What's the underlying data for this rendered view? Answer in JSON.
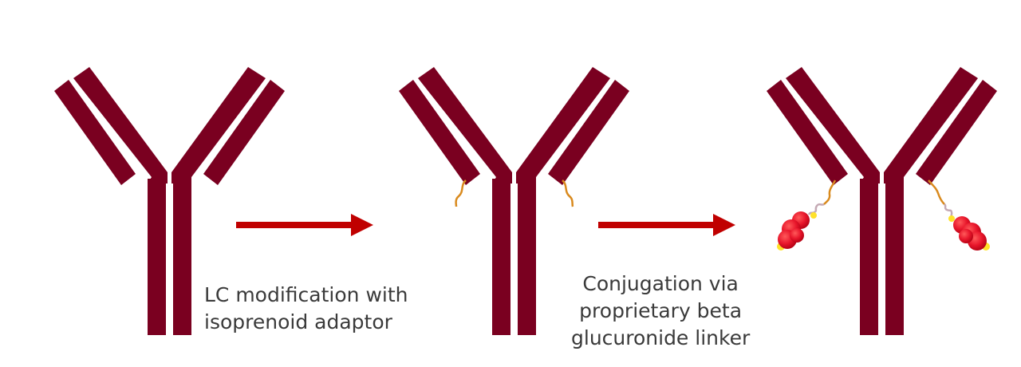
{
  "colors": {
    "antibody": "#7a0020",
    "arrow": "#c00000",
    "adaptor": "#d98a1e",
    "linker": "#c4a9b4",
    "payload": "#e8162b",
    "payload_accent": "#ffe22a",
    "text": "#3a3a3a"
  },
  "antibodies": [
    {
      "stage": "unmodified"
    },
    {
      "stage": "isoprenoid-adaptor"
    },
    {
      "stage": "conjugated"
    }
  ],
  "steps": [
    {
      "lines": [
        "LC modification with",
        "isoprenoid adaptor"
      ]
    },
    {
      "lines": [
        "Conjugation via",
        "proprietary beta",
        "glucuronide linker"
      ]
    }
  ]
}
